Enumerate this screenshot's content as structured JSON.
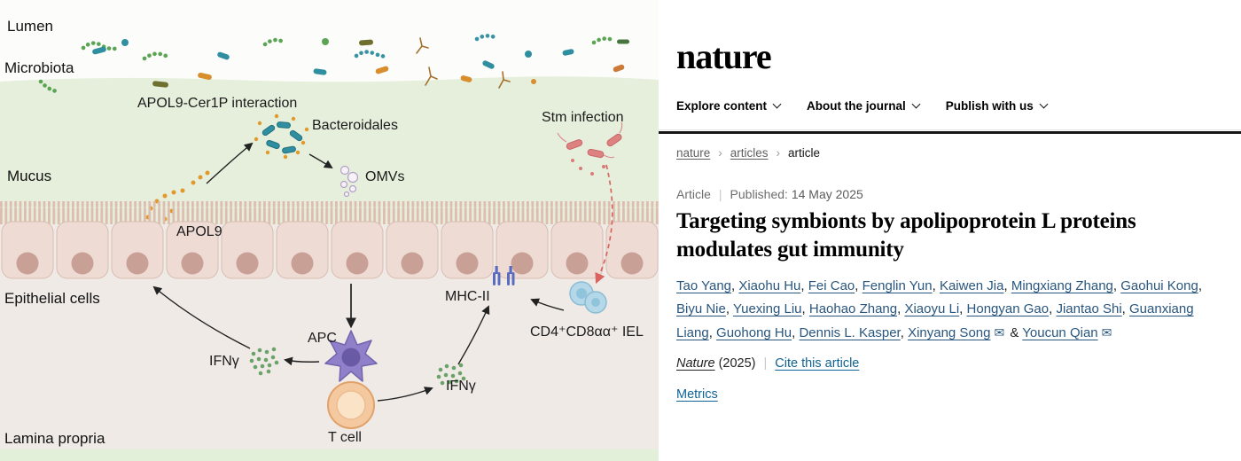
{
  "diagram": {
    "labels": {
      "lumen": "Lumen",
      "microbiota": "Microbiota",
      "mucus": "Mucus",
      "epithelial_cells": "Epithelial cells",
      "lamina_propria": "Lamina propria",
      "apol9_cer1p": "APOL9-Cer1P interaction",
      "bacteroidales": "Bacteroidales",
      "omvs": "OMVs",
      "apol9": "APOL9",
      "stm_infection": "Stm infection",
      "mhc_ii": "MHC-II",
      "iel": "CD4⁺CD8αα⁺ IEL",
      "apc": "APC",
      "ifn_gamma_left": "IFNγ",
      "ifn_gamma_right": "IFNγ",
      "t_cell": "T cell"
    },
    "colors": {
      "mucus_zone": "#e5efdc",
      "lamina_zone": "#f0eae6",
      "epithelium": "#eedbd3",
      "apc_cell": "#8f80c9",
      "t_cell": "#f5c9a0",
      "iel_cell": "#b5d8e8",
      "stm_bacteria": "#dd8181",
      "apol9_dots": "#e2992b",
      "ifn_dots": "#69a369",
      "bacteroidales_rod": "#2f8fa0"
    }
  },
  "article": {
    "brand": "nature",
    "nav": [
      "Explore content",
      "About the journal",
      "Publish with us"
    ],
    "breadcrumbs": [
      "nature",
      "articles",
      "article"
    ],
    "breadcrumb_separator": "›",
    "meta": {
      "content_type": "Article",
      "separator": "|",
      "published_label": "Published:",
      "published_date": "14 May 2025"
    },
    "title": "Targeting symbionts by apolipoprotein L proteins modulates gut immunity",
    "authors": [
      "Tao Yang",
      "Xiaohu Hu",
      "Fei Cao",
      "Fenglin Yun",
      "Kaiwen Jia",
      "Mingxiang Zhang",
      "Gaohui Kong",
      "Biyu Nie",
      "Yuexing Liu",
      "Haohao Zhang",
      "Xiaoyu Li",
      "Hongyan Gao",
      "Jiantao Shi",
      "Guanxiang Liang",
      "Guohong Hu",
      "Dennis L. Kasper"
    ],
    "corresponding_authors": [
      "Xinyang Song",
      "Youcun Qian"
    ],
    "author_separator": ", ",
    "ampersand": " & ",
    "icons": {
      "email": "✉"
    },
    "journal_ref": {
      "journal": "Nature",
      "year": "(2025)",
      "separator": "|",
      "cite_link": "Cite this article"
    },
    "metrics_link": "Metrics"
  }
}
